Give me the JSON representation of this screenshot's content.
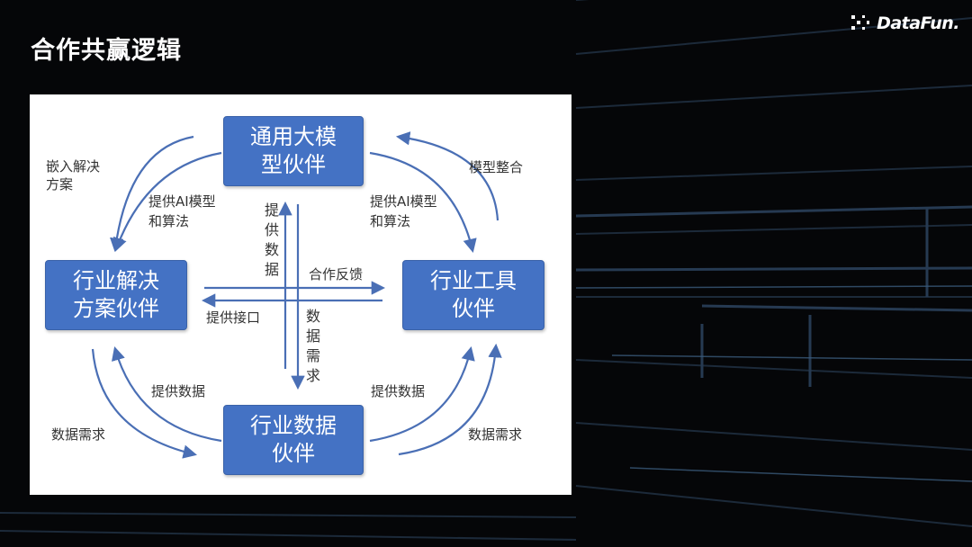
{
  "slide": {
    "title": "合作共赢逻辑",
    "logo_text": "DataFun."
  },
  "diagram": {
    "nodes": {
      "top": "通用大模型伙伴",
      "left": "行业解决方案伙伴",
      "right": "行业工具伙伴",
      "bottom": "行业数据伙伴"
    },
    "outer_labels": {
      "top_left": "嵌入解决方案",
      "top_right": "模型整合",
      "bottom_left": "数据需求",
      "bottom_right": "数据需求"
    },
    "inner_labels": {
      "top_left": "提供AI模型和算法",
      "top_right": "提供AI模型和算法",
      "bottom_left": "提供数据",
      "bottom_right": "提供数据"
    },
    "center_labels": {
      "up": "提供数据",
      "down": "数据需求",
      "right": "合作反馈",
      "left": "提供接口"
    },
    "colors": {
      "node_fill": "#4472c4",
      "arrow": "#4a6fb5",
      "panel": "#ffffff"
    }
  }
}
